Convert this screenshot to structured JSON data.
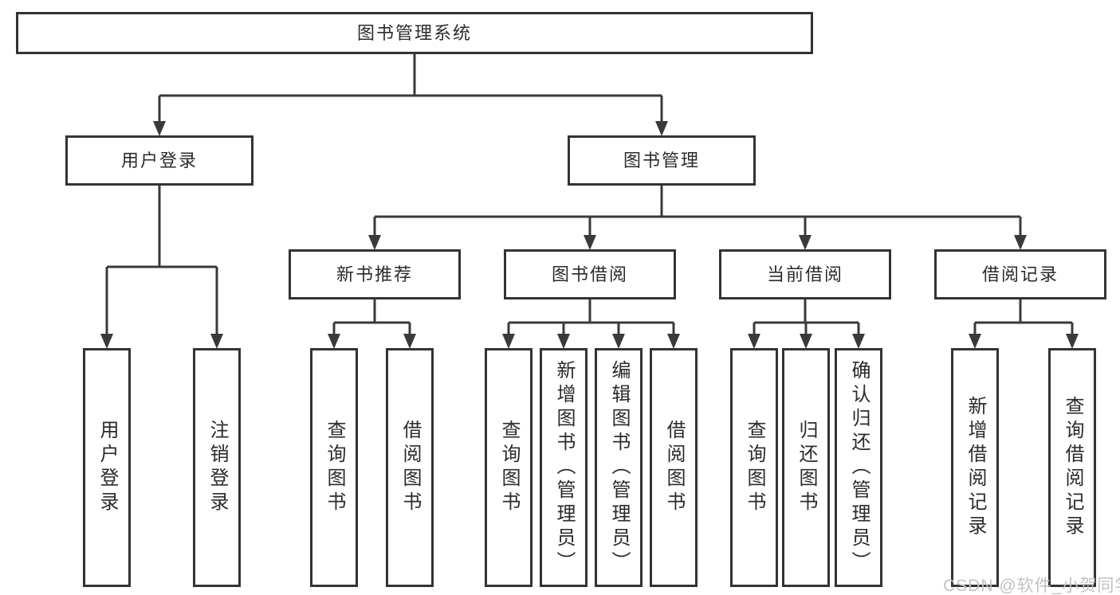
{
  "colors": {
    "line": "#3a3a3a",
    "box_border": "#333333",
    "text": "#2b2b2b",
    "background": "#ffffff",
    "watermark": "#c2c2c2"
  },
  "watermark": {
    "text": "CSDN @软件_小贺同学"
  },
  "tree": {
    "root": {
      "label": "图书管理系统"
    },
    "branches": [
      {
        "label": "用户登录",
        "children": [
          {
            "label": "用户登录"
          },
          {
            "label": "注销登录"
          }
        ]
      },
      {
        "label": "图书管理",
        "groups": [
          {
            "label": "新书推荐",
            "children": [
              {
                "label": "查询图书"
              },
              {
                "label": "借阅图书"
              }
            ]
          },
          {
            "label": "图书借阅",
            "children": [
              {
                "label": "查询图书"
              },
              {
                "label": "新增图书（管理员）"
              },
              {
                "label": "编辑图书（管理员）"
              },
              {
                "label": "借阅图书"
              }
            ]
          },
          {
            "label": "当前借阅",
            "children": [
              {
                "label": "查询图书"
              },
              {
                "label": "归还图书"
              },
              {
                "label": "确认归还（管理员）"
              }
            ]
          },
          {
            "label": "借阅记录",
            "children": [
              {
                "label": "新增借阅记录"
              },
              {
                "label": "查询借阅记录"
              }
            ]
          }
        ]
      }
    ]
  }
}
